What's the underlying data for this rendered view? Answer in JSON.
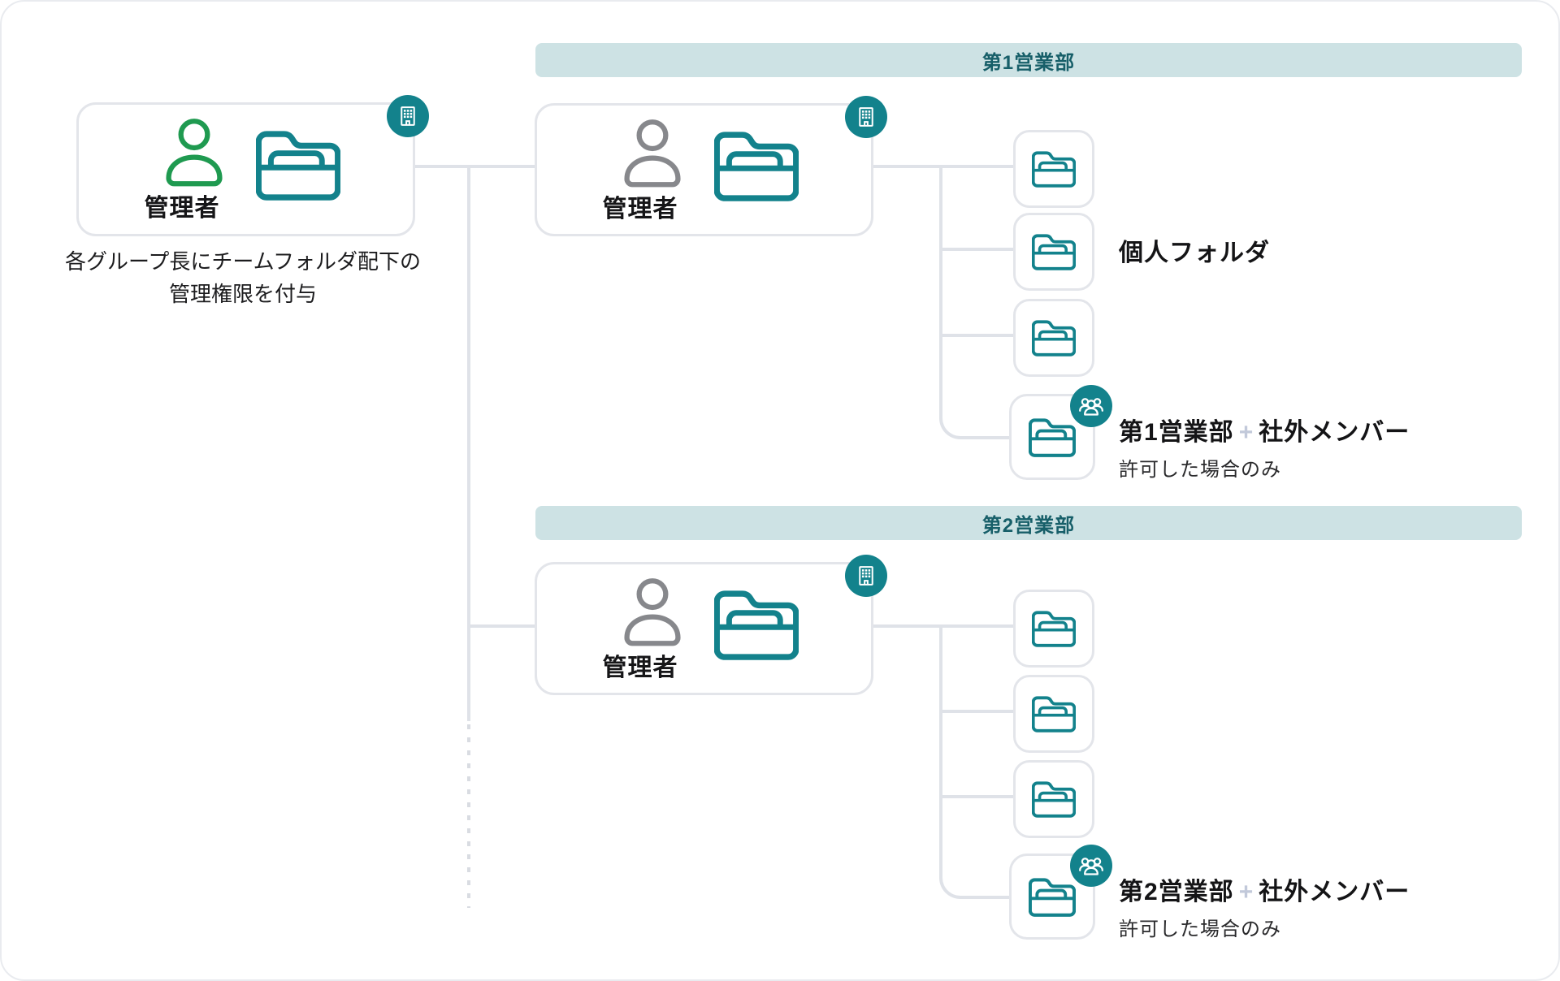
{
  "colors": {
    "accent_teal": "#13828c",
    "teal_dark_text": "#175f69",
    "header_bar_bg": "#cde2e4",
    "green_person": "#1f9a50",
    "gray_person": "#87888c",
    "line_gray": "#dfe2e8",
    "card_border": "#e3e5ea",
    "plus_gray": "#c2c9da",
    "text_black": "#1c1c1e"
  },
  "icons": {
    "building": "building-icon",
    "group": "group-of-people-icon",
    "person": "person-icon",
    "folder": "folder-icon"
  },
  "root": {
    "admin_label": "管理者",
    "caption_line1": "各グループ長にチームフォルダ配下の",
    "caption_line2": "管理権限を付与"
  },
  "sections": [
    {
      "header": "第1営業部",
      "admin_label": "管理者",
      "personal_folder_label": "個人フォルダ",
      "shared_label_main": "第1営業部",
      "shared_label_plus": "+",
      "shared_label_suffix": "社外メンバー",
      "shared_sublabel": "許可した場合のみ"
    },
    {
      "header": "第2営業部",
      "admin_label": "管理者",
      "shared_label_main": "第2営業部",
      "shared_label_plus": "+",
      "shared_label_suffix": "社外メンバー",
      "shared_sublabel": "許可した場合のみ"
    }
  ]
}
